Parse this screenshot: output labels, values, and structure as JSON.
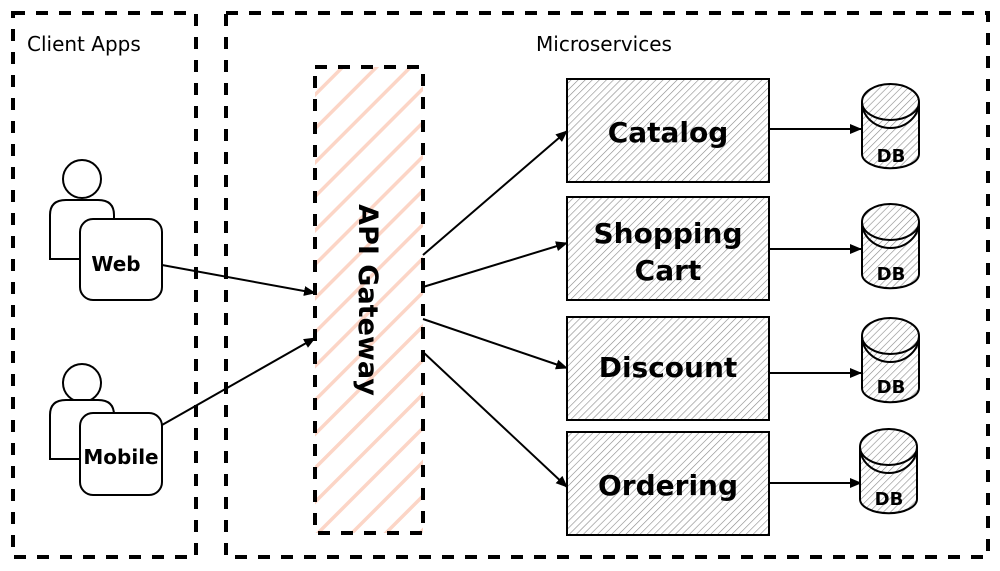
{
  "groups": {
    "client_apps": {
      "title": "Client Apps"
    },
    "microservices": {
      "title": "Microservices"
    }
  },
  "clients": [
    {
      "label": "Web"
    },
    {
      "label": "Mobile"
    }
  ],
  "gateway": {
    "label": "API Gateway",
    "hatch_color": "#fcd5c6"
  },
  "services": [
    {
      "label_lines": [
        "Catalog"
      ]
    },
    {
      "label_lines": [
        "Shopping",
        "Cart"
      ]
    },
    {
      "label_lines": [
        "Discount"
      ]
    },
    {
      "label_lines": [
        "Ordering"
      ]
    }
  ],
  "databases": [
    {
      "label": "DB"
    },
    {
      "label": "DB"
    },
    {
      "label": "DB"
    },
    {
      "label": "DB"
    }
  ],
  "colors": {
    "stroke": "#000000",
    "service_fill": "#f3f3f3",
    "hatch_gray": "#999999",
    "gateway_hatch": "#fcd5c6"
  }
}
